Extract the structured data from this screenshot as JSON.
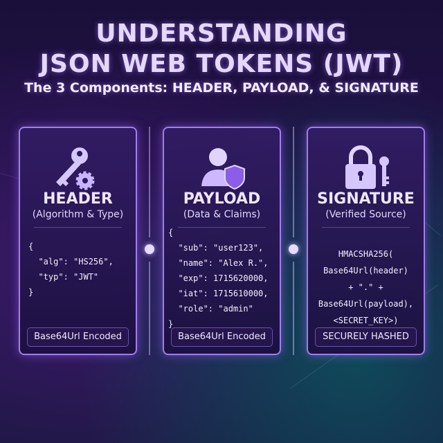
{
  "title_line1": "UNDERSTANDING",
  "title_line2": "JSON WEB TOKENS (JWT)",
  "subtitle": "The 3 Components: HEADER, PAYLOAD, & SIGNATURE",
  "cards": [
    {
      "icon": "key-gear-icon",
      "name": "HEADER",
      "sub": "(Algorithm & Type)",
      "code": "{\n  \"alg\": \"HS256\",\n  \"typ\": \"JWT\"\n}",
      "footer": "Base64Url Encoded"
    },
    {
      "icon": "user-shield-icon",
      "name": "PAYLOAD",
      "sub": "(Data & Claims)",
      "code": "{\n  \"sub\": \"user123\",\n  \"name\": \"Alex R.\",\n  \"exp\": 1715620000,\n  \"iat\": 1715610000,\n  \"role\": \"admin\"\n}",
      "footer": "Base64Url Encoded"
    },
    {
      "icon": "lock-key-icon",
      "name": "SIGNATURE",
      "sub": "(Verified Source)",
      "code": "HMACSHA256(\nBase64Url(header)\n+ \".\" +\nBase64Url(payload),\n<SECRET_KEY>)",
      "footer": "SECURELY HASHED"
    }
  ],
  "colors": {
    "accent": "#a27cf0",
    "bg": "#1f1245"
  }
}
